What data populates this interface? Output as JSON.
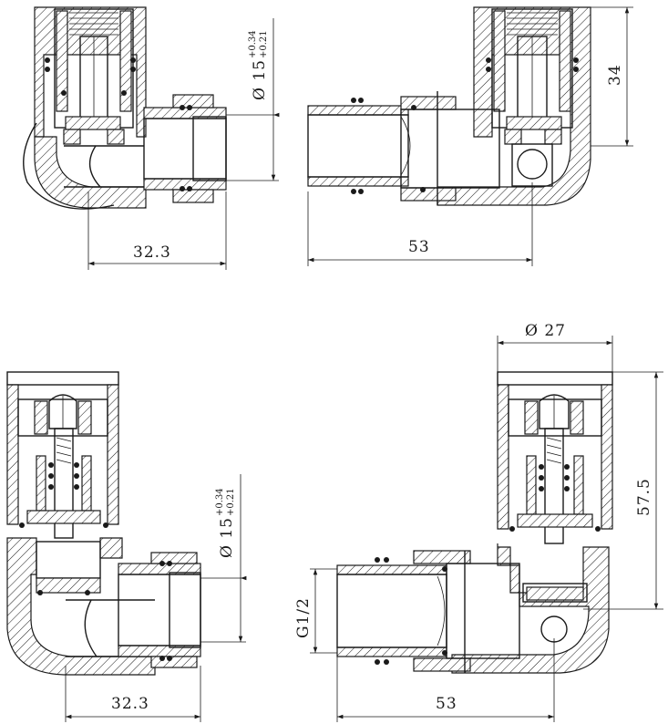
{
  "views": {
    "top_left": {
      "dia_main": "Ø 15",
      "tol_upper": "+0.34",
      "tol_lower": "+0.21",
      "width": "32.3"
    },
    "top_right": {
      "height": "34",
      "width": "53"
    },
    "bottom_left": {
      "dia_main": "Ø 15",
      "tol_upper": "+0.34",
      "tol_lower": "+0.21",
      "width": "32.3"
    },
    "bottom_right": {
      "dia_top": "Ø 27",
      "height": "57.5",
      "thread": "G1/2",
      "width": "53"
    }
  }
}
